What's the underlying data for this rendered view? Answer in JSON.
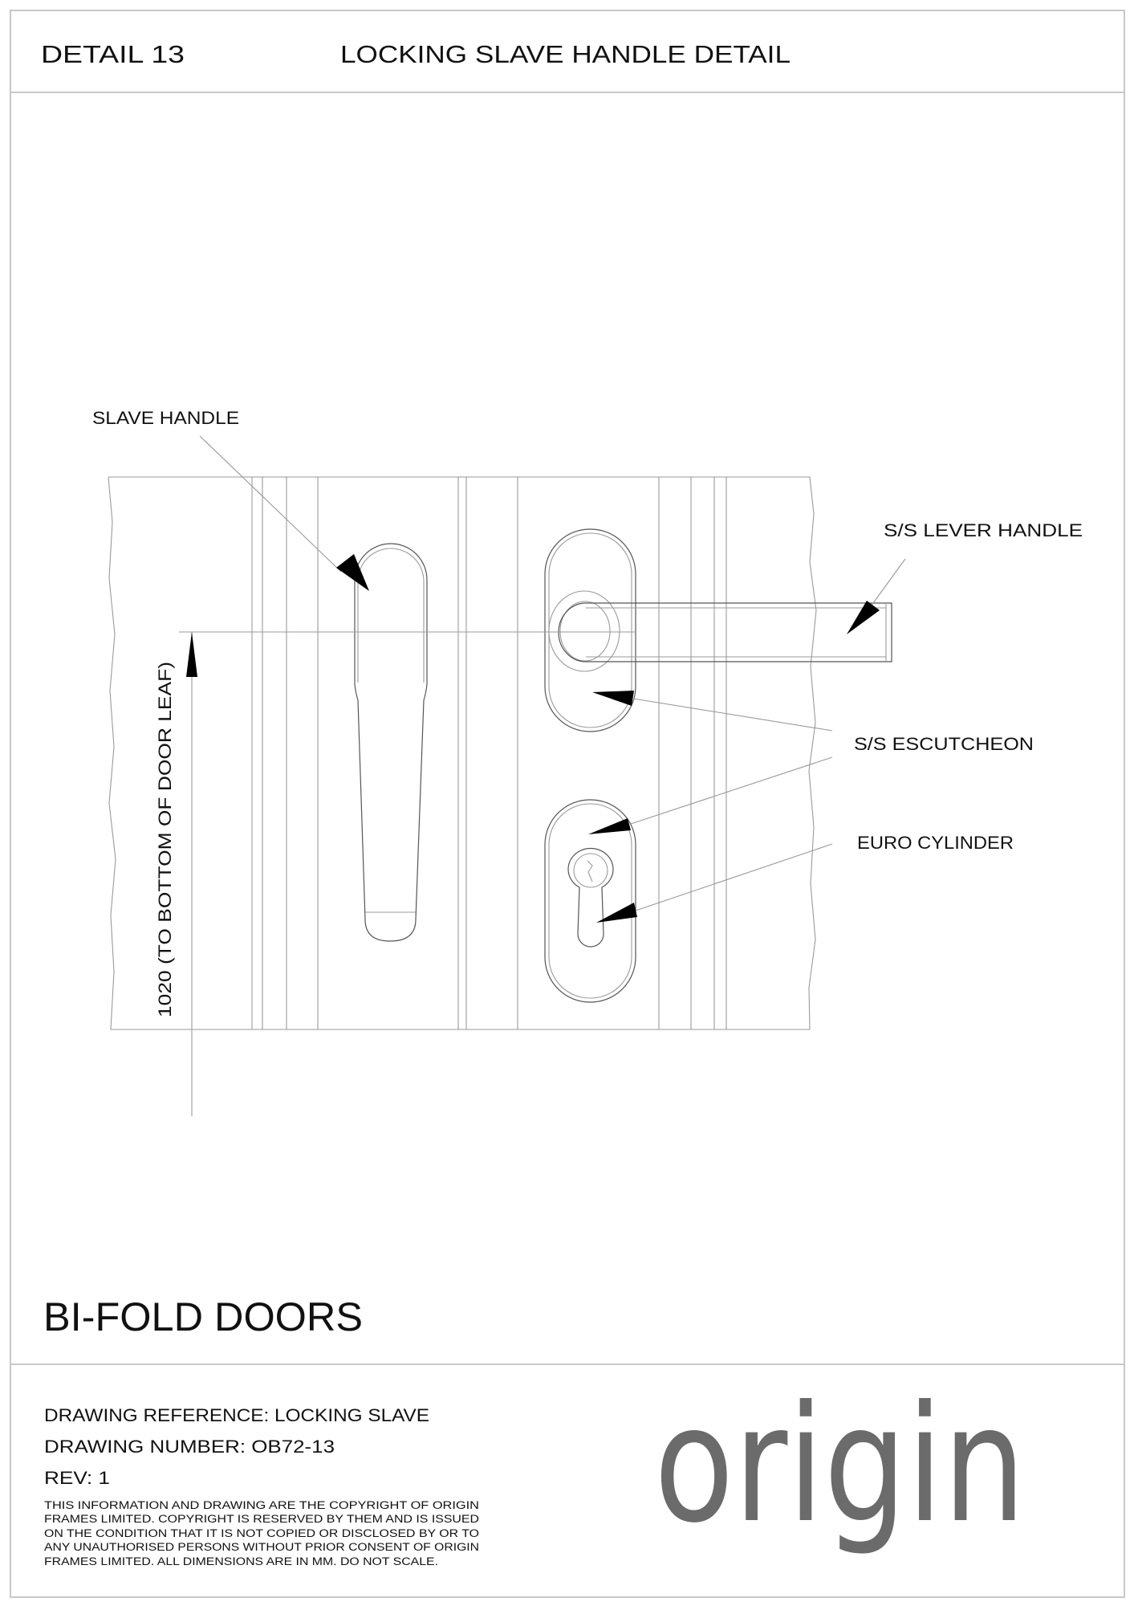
{
  "header": {
    "detail_label": "DETAIL 13",
    "title": "LOCKING SLAVE HANDLE DETAIL"
  },
  "drawing": {
    "labels": {
      "slave_handle": "SLAVE HANDLE",
      "lever_handle": "S/S LEVER HANDLE",
      "escutcheon": "S/S ESCUTCHEON",
      "euro_cylinder": "EURO CYLINDER"
    },
    "dimension": "1020 (TO BOTTOM OF DOOR LEAF)"
  },
  "product_title": "BI-FOLD DOORS",
  "title_block": {
    "reference": "DRAWING REFERENCE: LOCKING SLAVE",
    "number": "DRAWING NUMBER: OB72-13",
    "revision": "REV: 1",
    "copyright_lines": [
      "THIS INFORMATION AND DRAWING ARE THE COPYRIGHT OF ORIGIN",
      "FRAMES LIMITED. COPYRIGHT IS RESERVED BY THEM AND IS ISSUED",
      "ON THE CONDITION THAT IT IS NOT COPIED OR DISCLOSED BY OR TO",
      "ANY UNAUTHORISED PERSONS WITHOUT PRIOR CONSENT OF ORIGIN",
      "FRAMES LIMITED. ALL DIMENSIONS ARE IN MM. DO NOT SCALE."
    ],
    "logo_text": "origin",
    "logo_color": "#6b6b6b"
  }
}
